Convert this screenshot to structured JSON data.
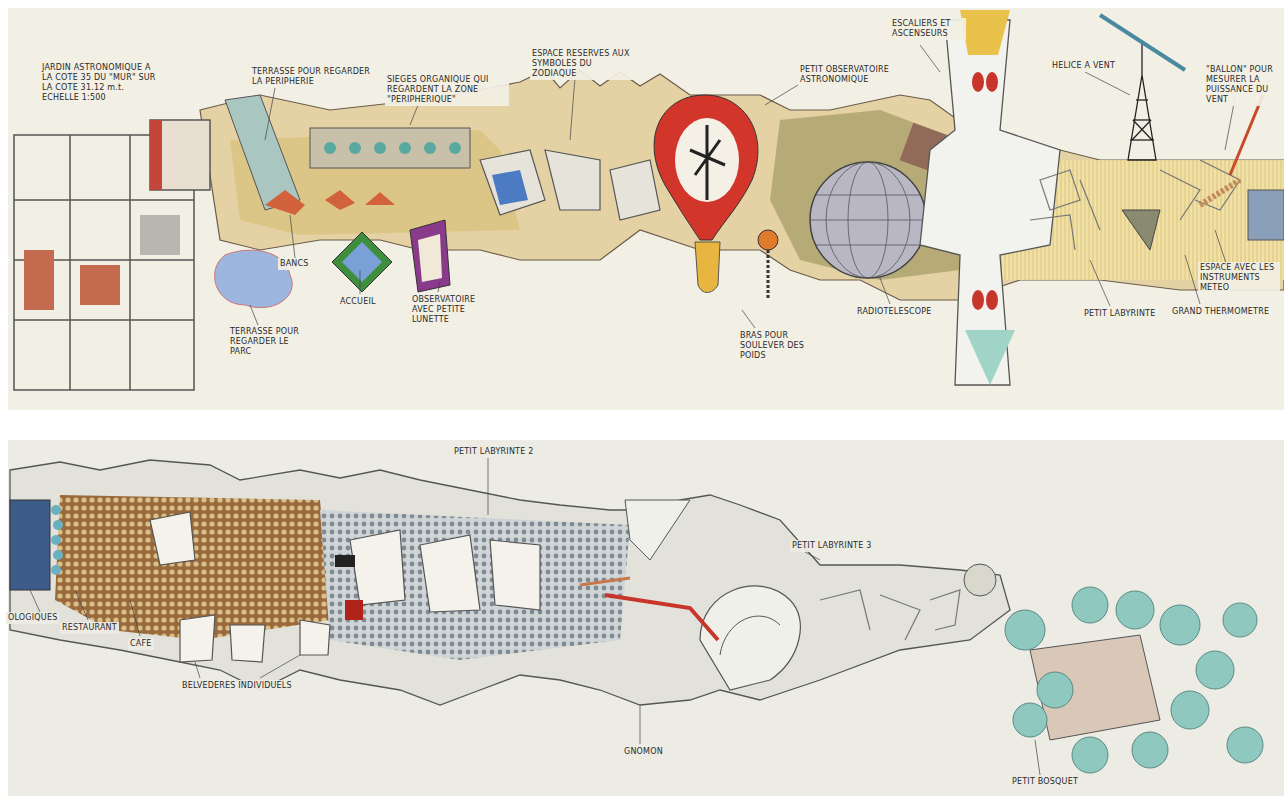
{
  "diagram": {
    "title": "JARDIN ASTRONOMIQUE A LA COTE 35 DU \"MUR\" SUR LA COTE 31.12 m.t. ECHELLE 1:500",
    "labels": [
      "TERRASSE POUR REGARDER LA PERIPHERIE",
      "SIEGES ORGANIQUE QUI REGARDENT LA ZONE \"PERIPHERIQUE\"",
      "ESPACE RESERVES AUX SYMBOLES DU ZODIAQUE",
      "PETIT OBSERVATOIRE ASTRONOMIQUE",
      "ESCALIERS ET ASCENSEURS",
      "HELICE A VENT",
      "\"BALLON\" POUR MESURER LA PUISSANCE DU VENT",
      "BANCS",
      "ACCUEIL",
      "OBSERVATOIRE AVEC PETITE LUNETTE",
      "TERRASSE POUR REGARDER LE PARC",
      "BRAS POUR SOULEVER DES POIDS",
      "RADIOTELESCOPE",
      "PETIT LABYRINTE",
      "GRAND THERMOMETRE",
      "ESPACE AVEC LES INSTRUMENTS METEO",
      "PETIT LABYRINTE 2",
      "PETIT LABYRINTE 3",
      "OLOGIQUES",
      "RESTAURANT",
      "CAFE",
      "BELVEDERES INDIVIDUELS",
      "GNOMON",
      "PETIT BOSQUET"
    ]
  }
}
